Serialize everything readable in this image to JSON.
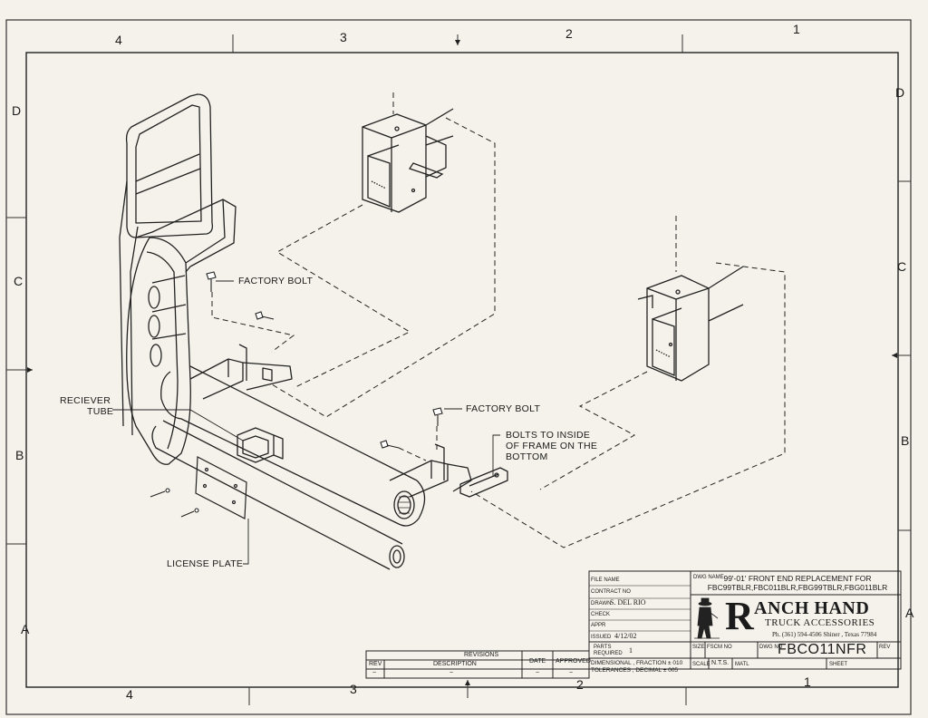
{
  "zones": {
    "top": [
      "4",
      "3",
      "2",
      "1"
    ],
    "bottom": [
      "4",
      "3",
      "2",
      "1"
    ],
    "left": [
      "D",
      "C",
      "B",
      "A"
    ],
    "right": [
      "D",
      "C",
      "B",
      "A"
    ]
  },
  "callouts": {
    "factory_bolt_1": "FACTORY BOLT",
    "factory_bolt_2": "FACTORY BOLT",
    "receiver_line1": "RECIEVER",
    "receiver_line2": "TUBE",
    "bolts_inside_line1": "BOLTS TO INSIDE",
    "bolts_inside_line2": "OF FRAME ON THE",
    "bolts_inside_line3": "BOTTOM",
    "license_plate": "LICENSE PLATE"
  },
  "title_block": {
    "file_name_label": "FILE NAME",
    "contract_no_label": "CONTRACT NO",
    "drawn_label": "DRAWN",
    "drawn_value": "S. DEL RIO",
    "check_label": "CHECK",
    "appr_label": "APPR",
    "issued_label": "ISSUED",
    "issued_value": "4/12/02",
    "dwg_name_label": "DWG NAME",
    "description_line1": "99'-01' FRONT END REPLACEMENT FOR",
    "description_line2": "FBC99TBLR,FBC011BLR,FBG99TBLR,FBG011BLR",
    "company_initial": "R",
    "company_name": "ANCH HAND",
    "company_sub": "TRUCK ACCESSORIES",
    "company_phone": "Ph. (361) 594-4506 Shiner , Texas 77984",
    "parts_required_label_1": "PARTS",
    "parts_required_label_2": "REQUIRED",
    "parts_required_value": "1",
    "dimensional_line": "DIMENSIONAL , FRACTION ± 010",
    "tolerances_line": "TOLERANCES , DECIMAL ± 005",
    "size_label": "SIZE",
    "fscm_label": "FSCM NO",
    "dwg_no_label": "DWG NO",
    "dwg_no_value": "FBCO11NFR",
    "rev_label": "REV",
    "scale_label": "SCALE",
    "scale_value": "N.T.S.",
    "matl_label": "MATL",
    "sheet_label": "SHEET"
  },
  "revisions": {
    "title": "REVISIONS",
    "col_rev": "REV",
    "col_description": "DESCRIPTION",
    "col_date": "DATE",
    "col_approved": "APPROVED",
    "row_rev": "~",
    "row_description": "~",
    "row_date": "~",
    "row_approved": "~"
  }
}
